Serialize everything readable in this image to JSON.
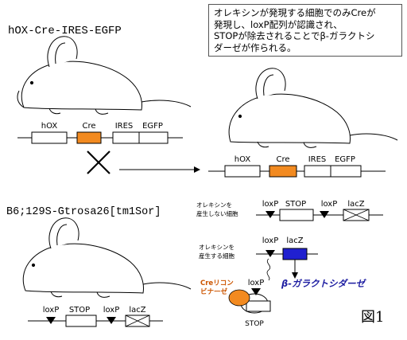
{
  "note": {
    "lines": [
      "オレキシンが発現する細胞でのみCreが",
      "発現し、loxP配列が認識され、",
      "STOPが除去されることでβ-ガラクトシ",
      "ダーゼが作られる。"
    ]
  },
  "top": {
    "strain": "hOX-Cre-IRES-EGFP",
    "left_construct": {
      "hox": "hOX",
      "cre": "Cre",
      "ires": "IRES",
      "egfp": "EGFP"
    },
    "right_construct": {
      "hox": "hOX",
      "cre": "Cre",
      "ires": "IRES",
      "egfp": "EGFP"
    }
  },
  "bottom": {
    "strain": "B6;129S-Gtrosa26[tm1Sor]",
    "non_expressing": {
      "line1": "オレキシンを",
      "line2": "産生しない細胞",
      "loxp1": "loxP",
      "stop": "STOP",
      "loxp2": "loxP",
      "lacz": "lacZ"
    },
    "expressing": {
      "line1": "オレキシンを",
      "line2": "産生する細胞",
      "loxp": "loxP",
      "lacz": "lacZ"
    },
    "recombinase": {
      "line1": "Creリコン",
      "line2": "ビナーゼ",
      "loxp": "loxP",
      "stop": "STOP"
    },
    "product": "β-ガラクトシダーゼ",
    "mouse_construct": {
      "loxp1": "loxP",
      "stop": "STOP",
      "loxp2": "loxP",
      "lacz": "lacZ"
    }
  },
  "figure_label": "図1",
  "colors": {
    "cre": "#f28a20",
    "lacz_active": "#2020d0",
    "product_text": "#1a1aa0"
  }
}
